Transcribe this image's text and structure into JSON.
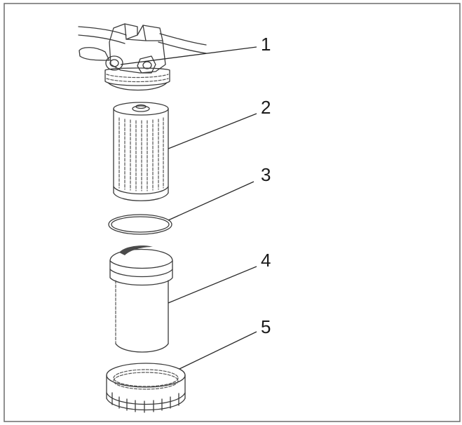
{
  "callouts": [
    {
      "id": "1",
      "label": "1"
    },
    {
      "id": "2",
      "label": "2"
    },
    {
      "id": "3",
      "label": "3"
    },
    {
      "id": "4",
      "label": "4"
    },
    {
      "id": "5",
      "label": "5"
    }
  ],
  "colors": {
    "line": "#3a3a3a",
    "frame": "#6b6b6b",
    "background": "#ffffff",
    "shade": "#bdbdbd"
  }
}
